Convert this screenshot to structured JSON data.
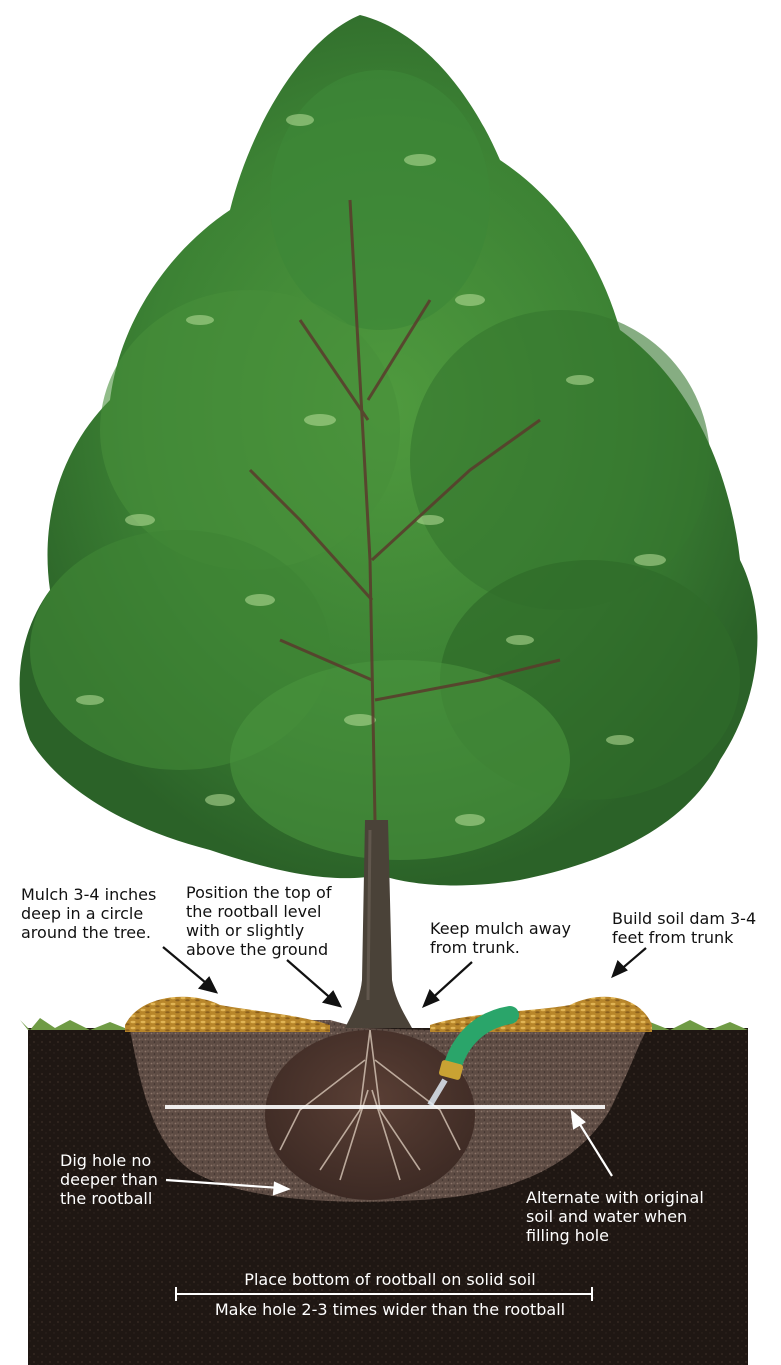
{
  "callouts": {
    "mulch": "Mulch 3-4 inches\ndeep in a circle\naround the tree.",
    "position": "Position the top of\nthe rootball level\nwith or slightly\nabove the ground",
    "keep_mulch": "Keep mulch away\nfrom trunk.",
    "soil_dam": "Build soil dam 3-4\nfeet from trunk",
    "dig_hole": "Dig hole no\ndeeper than\nthe rootball",
    "alternate": "Alternate with original\nsoil and water when\nfilling hole",
    "bottom": "Place bottom of rootball on solid soil",
    "width": "Make hole 2-3 times wider than the rootball"
  },
  "colors": {
    "foliage_dark": "#2f6b2a",
    "foliage_mid": "#3f8a35",
    "foliage_light": "#7fbf5a",
    "trunk": "#4a4238",
    "soil_dark": "#1e1612",
    "backfill": "#6b5a52",
    "mulch": "#c8962f",
    "hose": "#2aa56a",
    "grass": "#6f9b45"
  }
}
